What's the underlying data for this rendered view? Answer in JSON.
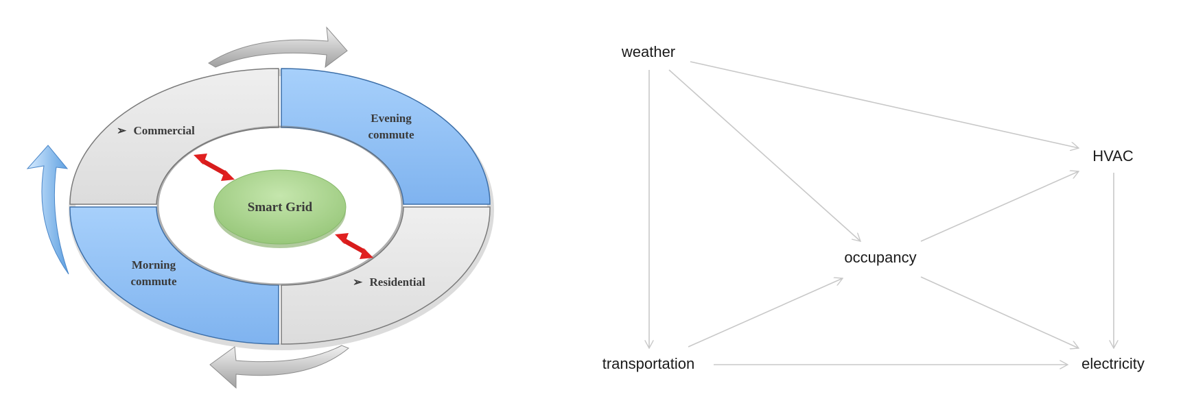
{
  "ring": {
    "segments": {
      "top_left": {
        "prefix": "➢",
        "label": "Commercial"
      },
      "top_right": {
        "line1": "Evening",
        "line2": "commute"
      },
      "bottom_left": {
        "line1": "Morning",
        "line2": "commute"
      },
      "bottom_right": {
        "prefix": "➢",
        "label": "Residential"
      }
    },
    "center_label": "Smart Grid",
    "colors": {
      "blue": "#8ec0f5",
      "grey": "#e6e6e6",
      "center": "#acd491",
      "red_arrow": "#e02020"
    },
    "icons": [
      "curved-arrow-gray-top",
      "curved-arrow-gray-bottom",
      "curved-arrow-blue-left",
      "double-arrow-red"
    ]
  },
  "graph": {
    "nodes": {
      "weather": "weather",
      "hvac": "HVAC",
      "occupancy": "occupancy",
      "transportation": "transportation",
      "electricity": "electricity"
    },
    "edges": [
      [
        "weather",
        "hvac"
      ],
      [
        "weather",
        "occupancy"
      ],
      [
        "weather",
        "transportation"
      ],
      [
        "occupancy",
        "hvac"
      ],
      [
        "occupancy",
        "electricity"
      ],
      [
        "transportation",
        "occupancy"
      ],
      [
        "transportation",
        "electricity"
      ],
      [
        "hvac",
        "electricity"
      ]
    ],
    "edge_color": "#c8c8c8"
  }
}
